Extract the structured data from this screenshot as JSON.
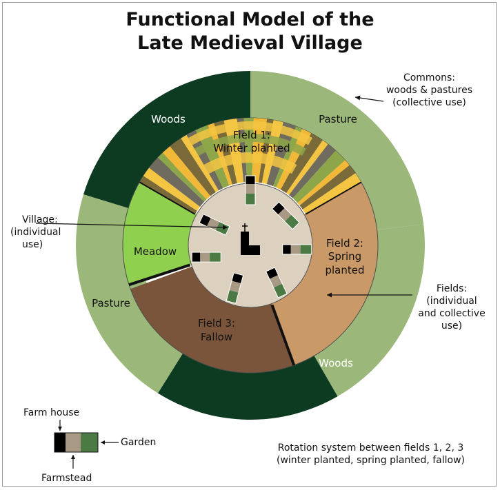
{
  "title": {
    "line1": "Functional Model of the",
    "line2": "Late Medieval Village"
  },
  "colors": {
    "woods": "#0d3b22",
    "pasture": "#9bb87a",
    "meadow": "#8fd14f",
    "field1_stripes": [
      "#7a6a3a",
      "#f4c542",
      "#6f6b5e",
      "#8ea64a",
      "#f2b838"
    ],
    "field2": "#c99a68",
    "field3": "#7a553b",
    "village": "#dcd0bf",
    "farmhouse": "#000000",
    "farmstead": "#a89984",
    "garden": "#4c7a45"
  },
  "labels": {
    "woods_top": "Woods",
    "pasture_top": "Pasture",
    "pasture_left": "Pasture",
    "woods_bottom": "Woods",
    "meadow": "Meadow",
    "field1": [
      "Field 1:",
      "Winter planted"
    ],
    "field2": [
      "Field 2:",
      "Spring",
      "planted"
    ],
    "field3": [
      "Field 3:",
      "Fallow"
    ]
  },
  "callouts": {
    "commons": [
      "Commons:",
      "woods & pastures",
      "(collective use)"
    ],
    "village": [
      "Village:",
      "(individual",
      "use)"
    ],
    "fields": [
      "Fields:",
      "(individual",
      "and collective",
      "use)"
    ]
  },
  "legend": {
    "farm_house": "Farm house",
    "garden": "Garden",
    "farmstead": "Farmstead"
  },
  "rotation_note": [
    "Rotation system between fields 1, 2, 3",
    "(winter planted, spring planted, fallow)"
  ]
}
